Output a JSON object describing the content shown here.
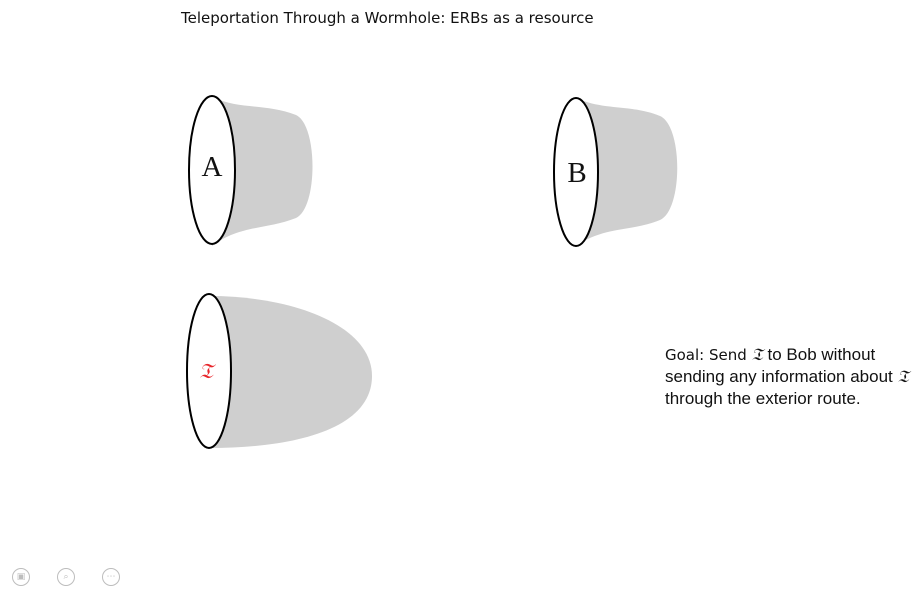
{
  "slide": {
    "title": "Teleportation Through a Wormhole: ERBs as a resource"
  },
  "diagram": {
    "mouths": [
      {
        "label": "A",
        "label_color": "#111111",
        "shape": "flared"
      },
      {
        "label": "B",
        "label_color": "#111111",
        "shape": "flared"
      },
      {
        "label": "𝔗",
        "label_color": "#e8262b",
        "shape": "dome"
      }
    ],
    "fill_color": "#cfcfcf",
    "outline_color": "#000000"
  },
  "goal": {
    "lead": "Goal: Send",
    "symbol": "𝔗",
    "mid": "to Bob without sending any information about",
    "symbol2": "𝔗",
    "tail": "through the exterior route."
  },
  "controls": [
    {
      "icon": "slides-icon",
      "glyph": "▣"
    },
    {
      "icon": "zoom-icon",
      "glyph": "⌕"
    },
    {
      "icon": "more-icon",
      "glyph": "⋯"
    }
  ]
}
